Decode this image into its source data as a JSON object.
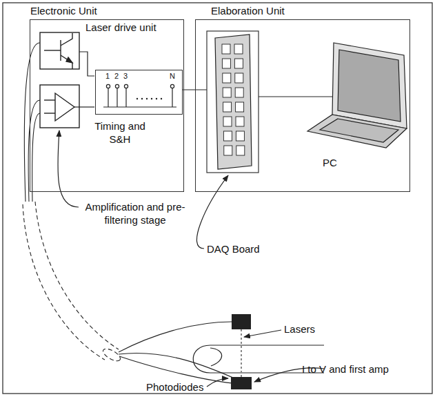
{
  "diagram": {
    "nodes": [
      {
        "text": [
          "Electronic Unit"
        ]
      },
      {
        "text": [
          "Timing and S&H"
        ],
        "in": 0
      },
      {
        "text": [
          "Elaboration Unit"
        ]
      }
    ],
    "labels": [
      "Laser drive unit",
      "1",
      "2",
      "3",
      "N",
      "Amplification and pre-filtering stage",
      "DAQ Board",
      "PC",
      "Lasers",
      "Photodiodes",
      "I to V and first amp"
    ]
  }
}
